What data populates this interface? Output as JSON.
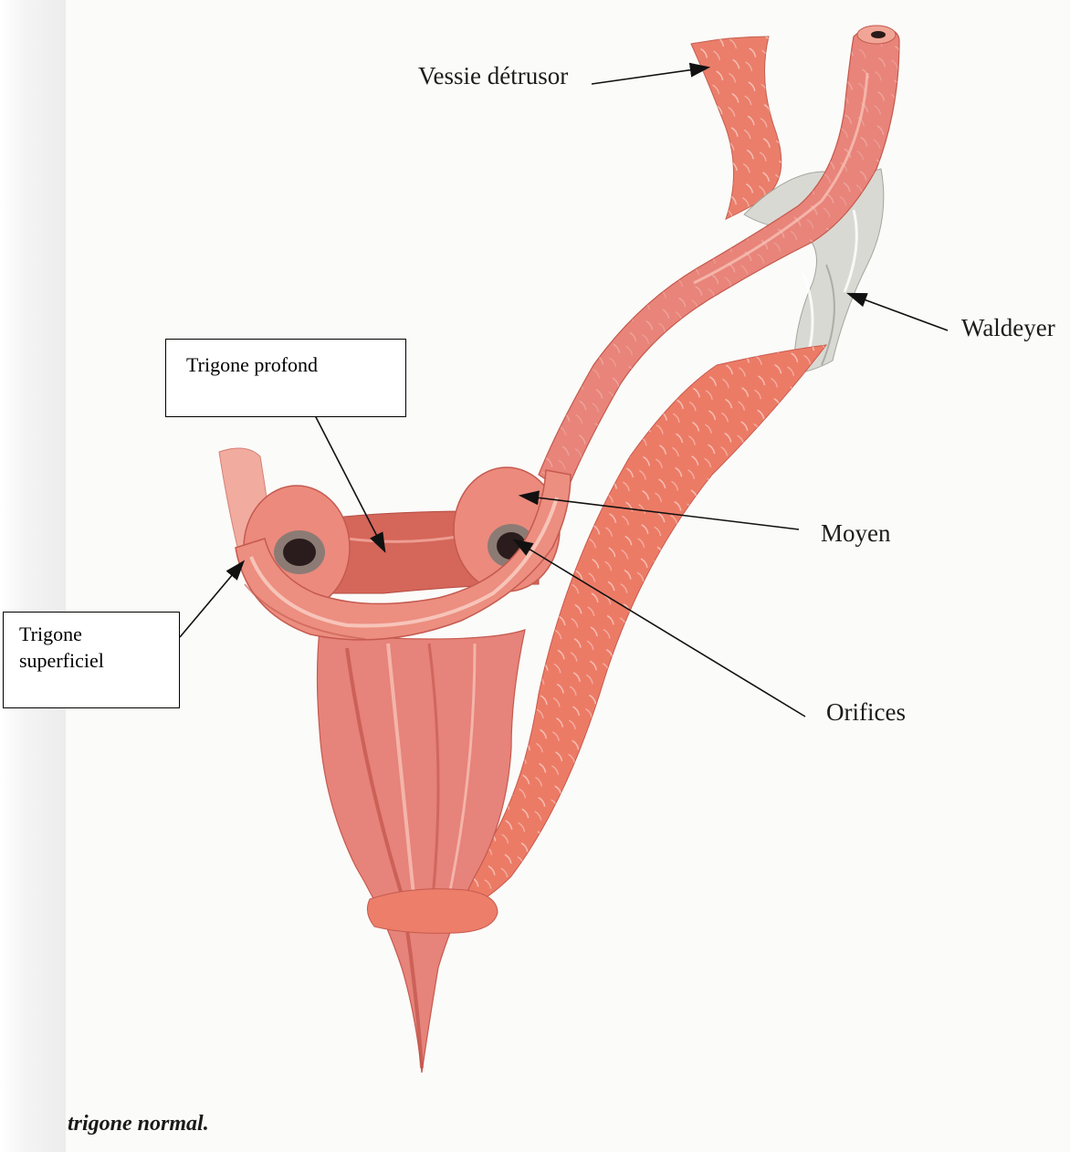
{
  "colors": {
    "muscle": "#e98574",
    "muscle_dark": "#c9594c",
    "muscle_light": "#f6b5a8",
    "ligament": "#d8d8d2",
    "arrow": "#111111"
  },
  "labels": {
    "vessie_detrusor": "Vessie détrusor",
    "waldeyer": "Waldeyer",
    "moyen": "Moyen",
    "orifices": "Orifices"
  },
  "boxes": {
    "trigone_profond": "Trigone profond",
    "trigone_superficiel_line1": "Trigone",
    "trigone_superficiel_line2": "superficiel"
  },
  "caption": "trigone normal."
}
